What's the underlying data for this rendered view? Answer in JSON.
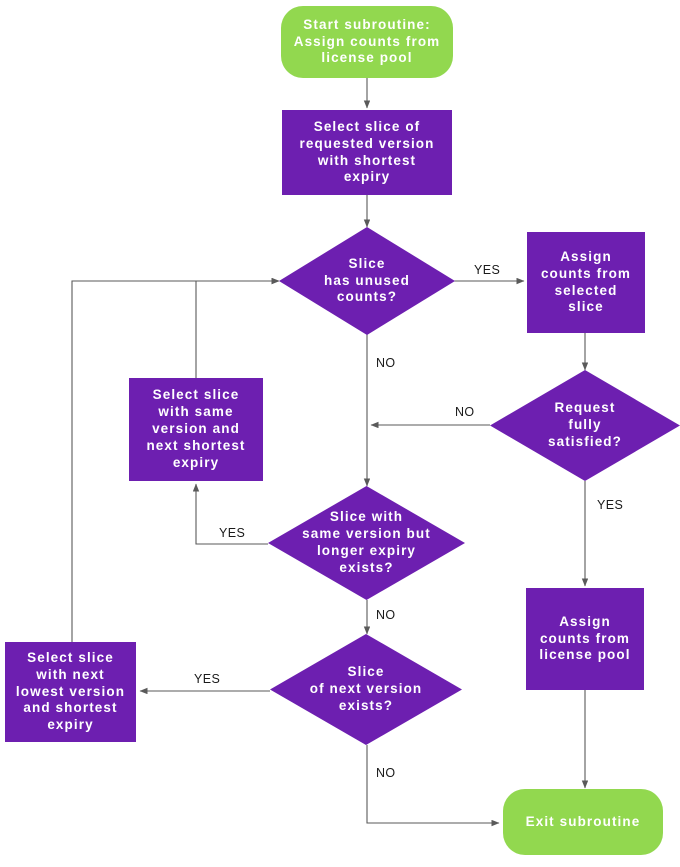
{
  "diagram": {
    "title": "Assign counts from license pool subroutine",
    "type": "flowchart",
    "colors": {
      "terminator_fill": "#92D84F",
      "process_fill": "#6D1FB0",
      "decision_fill": "#6D1FB0",
      "node_text": "#FFFFFF",
      "edge_line": "#5A5A5A",
      "edge_label_text": "#1A1A1A",
      "background": "#FFFFFF"
    },
    "nodes": [
      {
        "id": "start",
        "shape": "terminator",
        "label": "Start subroutine:\nAssign counts from\nlicense pool"
      },
      {
        "id": "select_requested",
        "shape": "process",
        "label": "Select slice of\nrequested version\nwith shortest\nexpiry"
      },
      {
        "id": "has_unused",
        "shape": "decision",
        "label": "Slice\nhas unused\ncounts?"
      },
      {
        "id": "assign_selected",
        "shape": "process",
        "label": "Assign\ncounts from\nselected\nslice"
      },
      {
        "id": "request_satisfied",
        "shape": "decision",
        "label": "Request\nfully\nsatisfied?"
      },
      {
        "id": "select_same_next",
        "shape": "process",
        "label": "Select slice\nwith same\nversion and\nnext shortest\nexpiry"
      },
      {
        "id": "same_version_longer",
        "shape": "decision",
        "label": "Slice with\nsame version but\nlonger expiry\nexists?"
      },
      {
        "id": "next_version_exists",
        "shape": "decision",
        "label": "Slice\nof next version\nexists?"
      },
      {
        "id": "select_next_lowest",
        "shape": "process",
        "label": "Select slice\nwith next\nlowest version\nand shortest\nexpiry"
      },
      {
        "id": "assign_pool",
        "shape": "process",
        "label": "Assign\ncounts from\nlicense pool"
      },
      {
        "id": "exit",
        "shape": "terminator",
        "label": "Exit subroutine"
      }
    ],
    "edges": [
      {
        "id": "e1",
        "from": "start",
        "to": "select_requested",
        "label": ""
      },
      {
        "id": "e2",
        "from": "select_requested",
        "to": "has_unused",
        "label": ""
      },
      {
        "id": "e3",
        "from": "has_unused",
        "to": "assign_selected",
        "label": "YES"
      },
      {
        "id": "e4",
        "from": "has_unused",
        "to": "same_version_longer",
        "label": "NO"
      },
      {
        "id": "e5",
        "from": "assign_selected",
        "to": "request_satisfied",
        "label": ""
      },
      {
        "id": "e6",
        "from": "request_satisfied",
        "to": "has_unused_branch",
        "label": "NO"
      },
      {
        "id": "e7",
        "from": "request_satisfied",
        "to": "assign_pool",
        "label": "YES"
      },
      {
        "id": "e8",
        "from": "same_version_longer",
        "to": "select_same_next",
        "label": "YES"
      },
      {
        "id": "e9",
        "from": "same_version_longer",
        "to": "next_version_exists",
        "label": "NO"
      },
      {
        "id": "e10",
        "from": "select_same_next",
        "to": "has_unused",
        "label": ""
      },
      {
        "id": "e11",
        "from": "next_version_exists",
        "to": "select_next_lowest",
        "label": "YES"
      },
      {
        "id": "e12",
        "from": "next_version_exists",
        "to": "exit",
        "label": "NO"
      },
      {
        "id": "e13",
        "from": "select_next_lowest",
        "to": "has_unused",
        "label": ""
      },
      {
        "id": "e14",
        "from": "assign_pool",
        "to": "exit",
        "label": ""
      }
    ],
    "edge_labels": {
      "yes_has_unused": "YES",
      "no_has_unused": "NO",
      "no_request_satisfied": "NO",
      "yes_request_satisfied": "YES",
      "yes_same_version_longer": "YES",
      "no_same_version_longer": "NO",
      "yes_next_version_exists": "YES",
      "no_next_version_exists": "NO"
    }
  }
}
